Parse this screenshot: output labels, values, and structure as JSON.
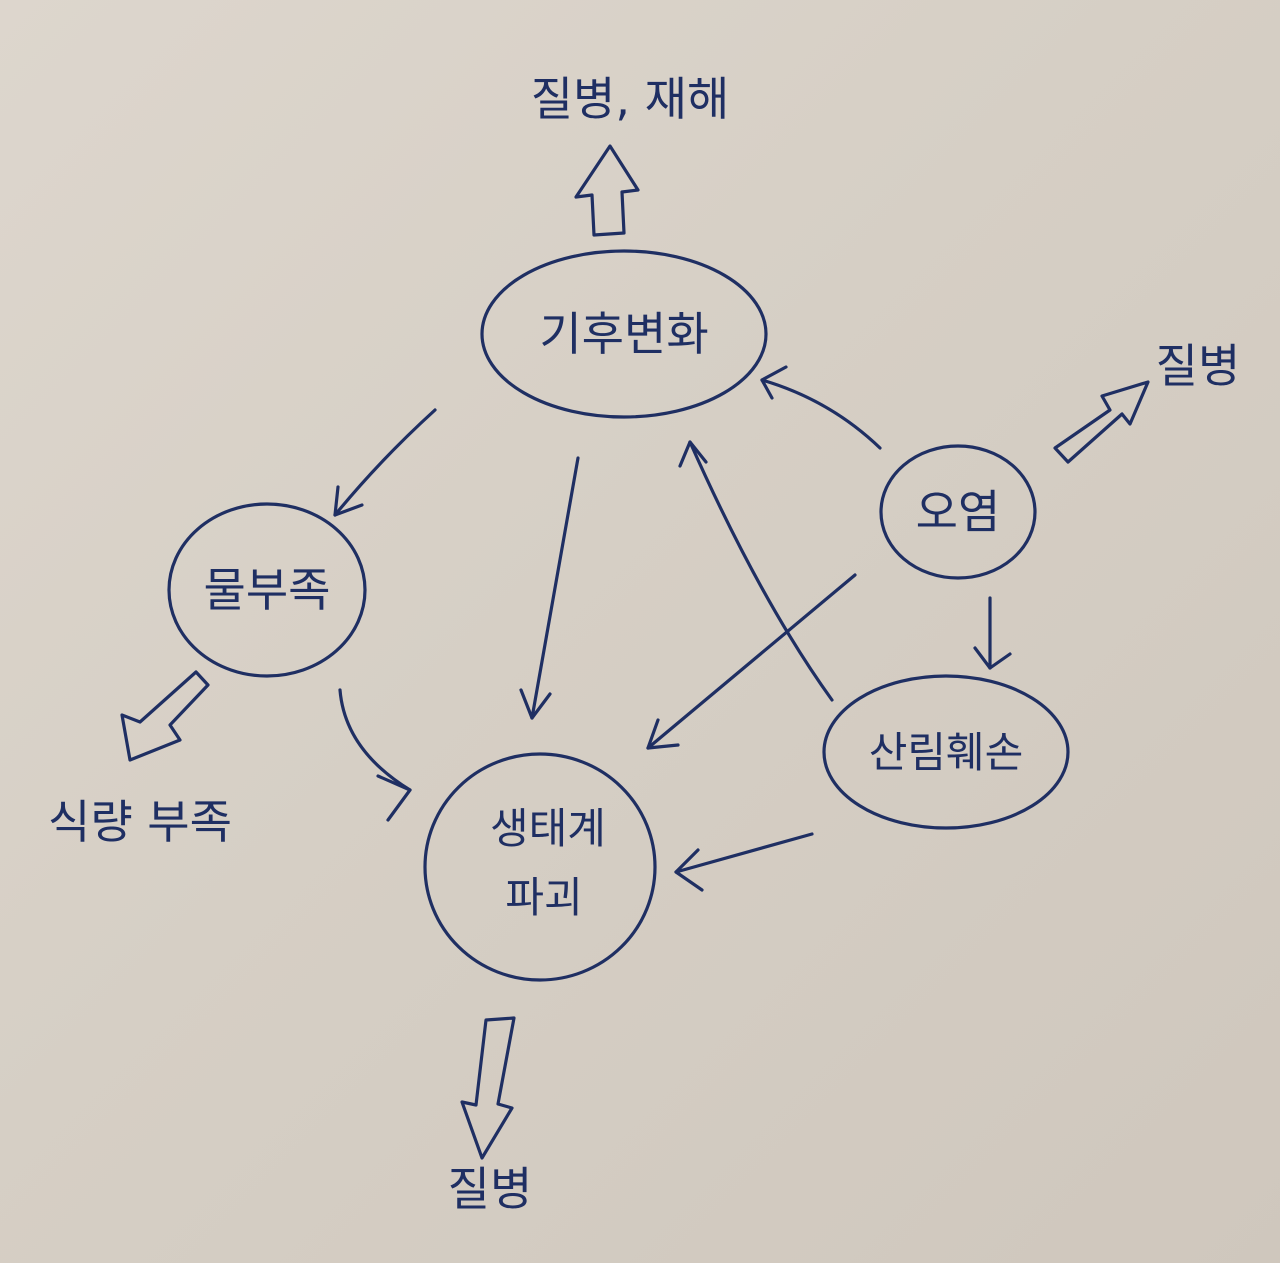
{
  "nodes": {
    "climate_change": "기후변화",
    "water_shortage": "물부족",
    "pollution": "오염",
    "deforestation": "산림훼손",
    "ecosystem_damage_line1": "생태계",
    "ecosystem_damage_line2": "파괴"
  },
  "outcomes": {
    "top": "질병, 재해",
    "right": "질병",
    "left": "식량 부족",
    "bottom": "질병"
  },
  "colors": {
    "ink": "#1f2f63",
    "paper": "#d8d1c8"
  }
}
